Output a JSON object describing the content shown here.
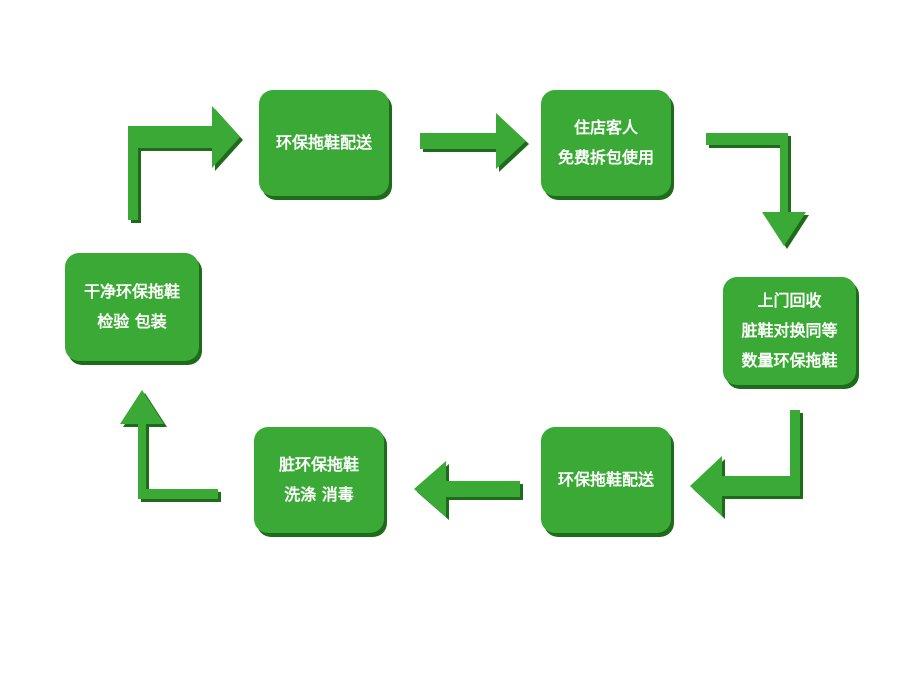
{
  "boxes": {
    "deliver_top": {
      "lines": [
        "环保拖鞋配送"
      ]
    },
    "guest": {
      "lines": [
        "住店客人",
        "免费拆包使用"
      ]
    },
    "collect": {
      "lines": [
        "上门回收",
        "脏鞋对换同等",
        "数量环保拖鞋"
      ]
    },
    "deliver_bottom": {
      "lines": [
        "环保拖鞋配送"
      ]
    },
    "wash": {
      "lines": [
        "脏环保拖鞋",
        "洗涤 消毒"
      ]
    },
    "inspect": {
      "lines": [
        "干净环保拖鞋",
        "检验 包装"
      ]
    }
  },
  "colors": {
    "box_fill": "#3aa935",
    "box_shadow": "#1f6b1c",
    "arrow_fill": "#3aa935",
    "arrow_shadow": "#1f6b1c",
    "text": "#ffffff"
  }
}
